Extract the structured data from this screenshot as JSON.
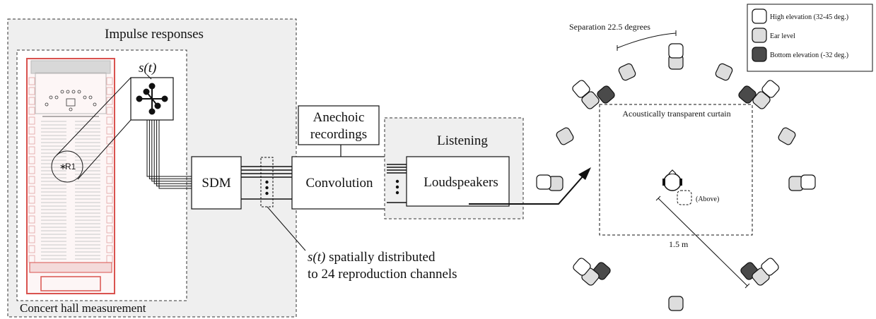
{
  "impulse_panel": {
    "title": "Impulse responses",
    "hall_caption": "Concert hall measurement",
    "receiver_label": "R1",
    "signal_label": "s(t)"
  },
  "processing": {
    "sdm_label": "SDM",
    "anechoic_label_line1": "Anechoic",
    "anechoic_label_line2": "recordings",
    "convolution_label": "Convolution"
  },
  "listening_panel": {
    "title": "Listening",
    "loudspeakers_label": "Loudspeakers"
  },
  "annotation": {
    "signal": "s(t)",
    "line1_rest": " spatially distributed",
    "line2": "to 24 reproduction channels"
  },
  "room": {
    "separation_label": "Separation 22.5 degrees",
    "curtain_label": "Acoustically transparent curtain",
    "above_label": "(Above)",
    "distance_label": "1.5 m"
  },
  "legend": {
    "items": [
      {
        "label": "High elevation (32-45 deg.)",
        "fill": "#ffffff"
      },
      {
        "label": "Ear level",
        "fill": "#dddddd"
      },
      {
        "label": "Bottom elevation (-32 deg.)",
        "fill": "#4a4a4a"
      }
    ]
  },
  "colors": {
    "panel_bg": "#efefef",
    "hall_red": "#d9534f",
    "hall_gray": "#aaaaaa",
    "high": "#ffffff",
    "ear": "#dddddd",
    "bottom": "#4a4a4a"
  }
}
